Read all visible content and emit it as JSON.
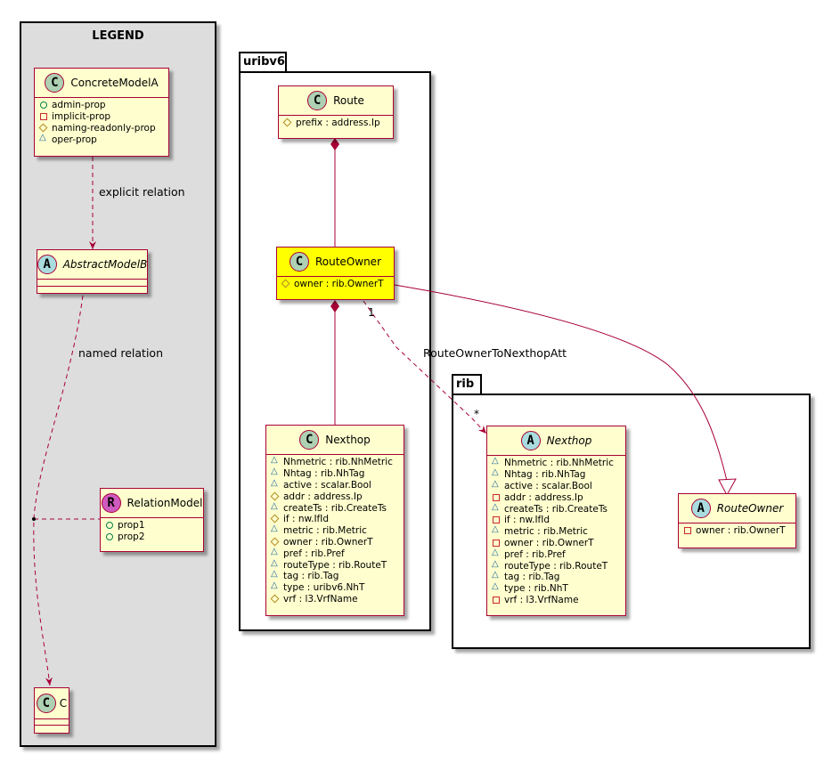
{
  "legend": {
    "title": "LEGEND",
    "concrete_model": {
      "name": "ConcreteModelA",
      "stereotype": "C",
      "members": [
        {
          "vis": "public",
          "text": "admin-prop"
        },
        {
          "vis": "private",
          "text": "implicit-prop"
        },
        {
          "vis": "protected",
          "text": "naming-readonly-prop"
        },
        {
          "vis": "package",
          "text": "oper-prop"
        }
      ]
    },
    "abstract_model": {
      "name": "AbstractModelB",
      "stereotype": "A"
    },
    "relation_model": {
      "name": "RelationModel",
      "stereotype": "R",
      "members": [
        {
          "vis": "public",
          "text": "prop1"
        },
        {
          "vis": "public",
          "text": "prop2"
        }
      ]
    },
    "c_class": {
      "name": "C",
      "stereotype": "C"
    },
    "explicit_relation_label": "explicit relation",
    "named_relation_label": "named relation"
  },
  "packages": {
    "uribv6": {
      "name": "uribv6",
      "route": {
        "name": "Route",
        "stereotype": "C",
        "members": [
          {
            "vis": "protected",
            "text": "prefix : address.Ip"
          }
        ]
      },
      "route_owner": {
        "name": "RouteOwner",
        "stereotype": "C",
        "highlight_color": "#ffff00",
        "members": [
          {
            "vis": "protected",
            "text": "owner : rib.OwnerT"
          }
        ]
      },
      "nexthop": {
        "name": "Nexthop",
        "stereotype": "C",
        "members": [
          {
            "vis": "package",
            "text": "Nhmetric : rib.NhMetric"
          },
          {
            "vis": "package",
            "text": "Nhtag : rib.NhTag"
          },
          {
            "vis": "package",
            "text": "active : scalar.Bool"
          },
          {
            "vis": "protected",
            "text": "addr : address.Ip"
          },
          {
            "vis": "package",
            "text": "createTs : rib.CreateTs"
          },
          {
            "vis": "protected",
            "text": "if : nw.IfId"
          },
          {
            "vis": "package",
            "text": "metric : rib.Metric"
          },
          {
            "vis": "protected",
            "text": "owner : rib.OwnerT"
          },
          {
            "vis": "package",
            "text": "pref : rib.Pref"
          },
          {
            "vis": "package",
            "text": "routeType : rib.RouteT"
          },
          {
            "vis": "package",
            "text": "tag : rib.Tag"
          },
          {
            "vis": "package",
            "text": "type : uribv6.NhT"
          },
          {
            "vis": "protected",
            "text": "vrf : l3.VrfName"
          }
        ]
      }
    },
    "rib": {
      "name": "rib",
      "nexthop": {
        "name": "Nexthop",
        "stereotype": "A",
        "members": [
          {
            "vis": "package",
            "text": "Nhmetric : rib.NhMetric"
          },
          {
            "vis": "package",
            "text": "Nhtag : rib.NhTag"
          },
          {
            "vis": "package",
            "text": "active : scalar.Bool"
          },
          {
            "vis": "private",
            "text": "addr : address.Ip"
          },
          {
            "vis": "package",
            "text": "createTs : rib.CreateTs"
          },
          {
            "vis": "private",
            "text": "if : nw.IfId"
          },
          {
            "vis": "package",
            "text": "metric : rib.Metric"
          },
          {
            "vis": "private",
            "text": "owner : rib.OwnerT"
          },
          {
            "vis": "package",
            "text": "pref : rib.Pref"
          },
          {
            "vis": "package",
            "text": "routeType : rib.RouteT"
          },
          {
            "vis": "package",
            "text": "tag : rib.Tag"
          },
          {
            "vis": "package",
            "text": "type : rib.NhT"
          },
          {
            "vis": "private",
            "text": "vrf : l3.VrfName"
          }
        ]
      },
      "route_owner": {
        "name": "RouteOwner",
        "stereotype": "A",
        "members": [
          {
            "vis": "private",
            "text": "owner : rib.OwnerT"
          }
        ]
      }
    }
  },
  "relations": {
    "route_owner_to_nexthop_label": "RouteOwnerToNexthopAtt",
    "source_multiplicity": "1",
    "target_multiplicity": "*",
    "line_color": "#a80036"
  }
}
